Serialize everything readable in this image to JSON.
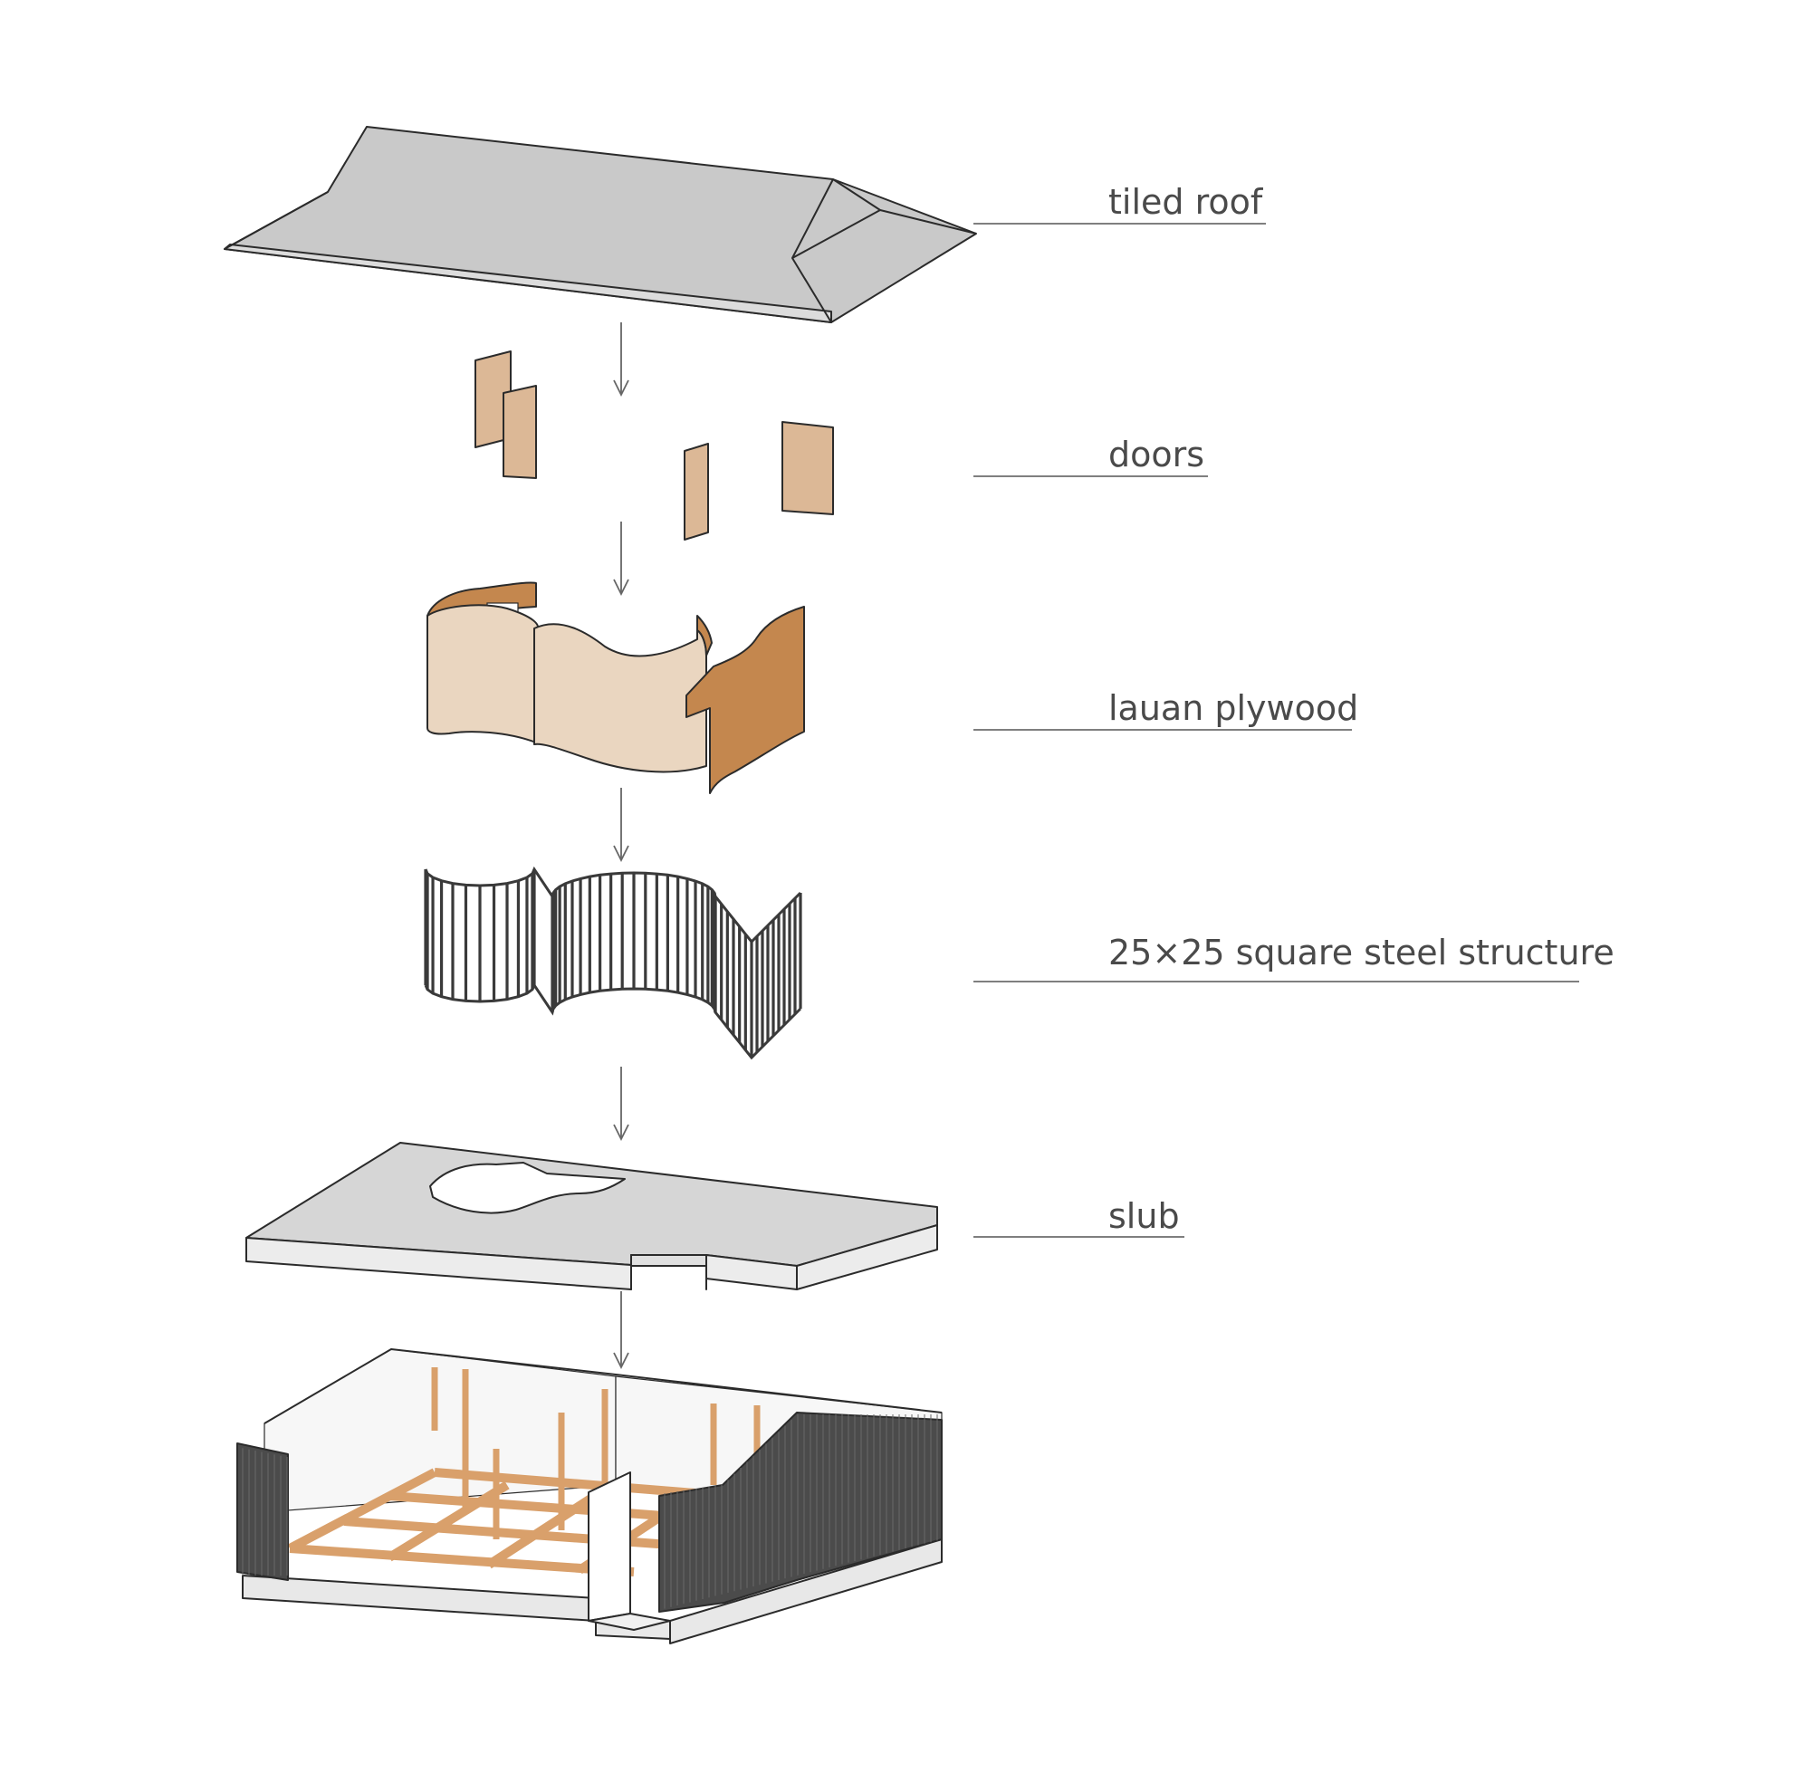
{
  "layers": [
    {
      "id": "roof",
      "label": "tiled roof"
    },
    {
      "id": "doors",
      "label": "doors"
    },
    {
      "id": "plywood",
      "label": "lauan plywood"
    },
    {
      "id": "steel",
      "label": "25×25 square steel structure"
    },
    {
      "id": "slab",
      "label": "slub"
    }
  ],
  "colors": {
    "roof": "#c9c9c9",
    "roof_side": "#dcdcdc",
    "door": "#dcb896",
    "plywood_light": "#ead6c0",
    "plywood_dark": "#c4874e",
    "steel": "#3a3a3a",
    "slab_top": "#d6d6d6",
    "slab_side": "#ececec",
    "timber": "#d9a06b",
    "cladding": "#4b4b4b"
  }
}
